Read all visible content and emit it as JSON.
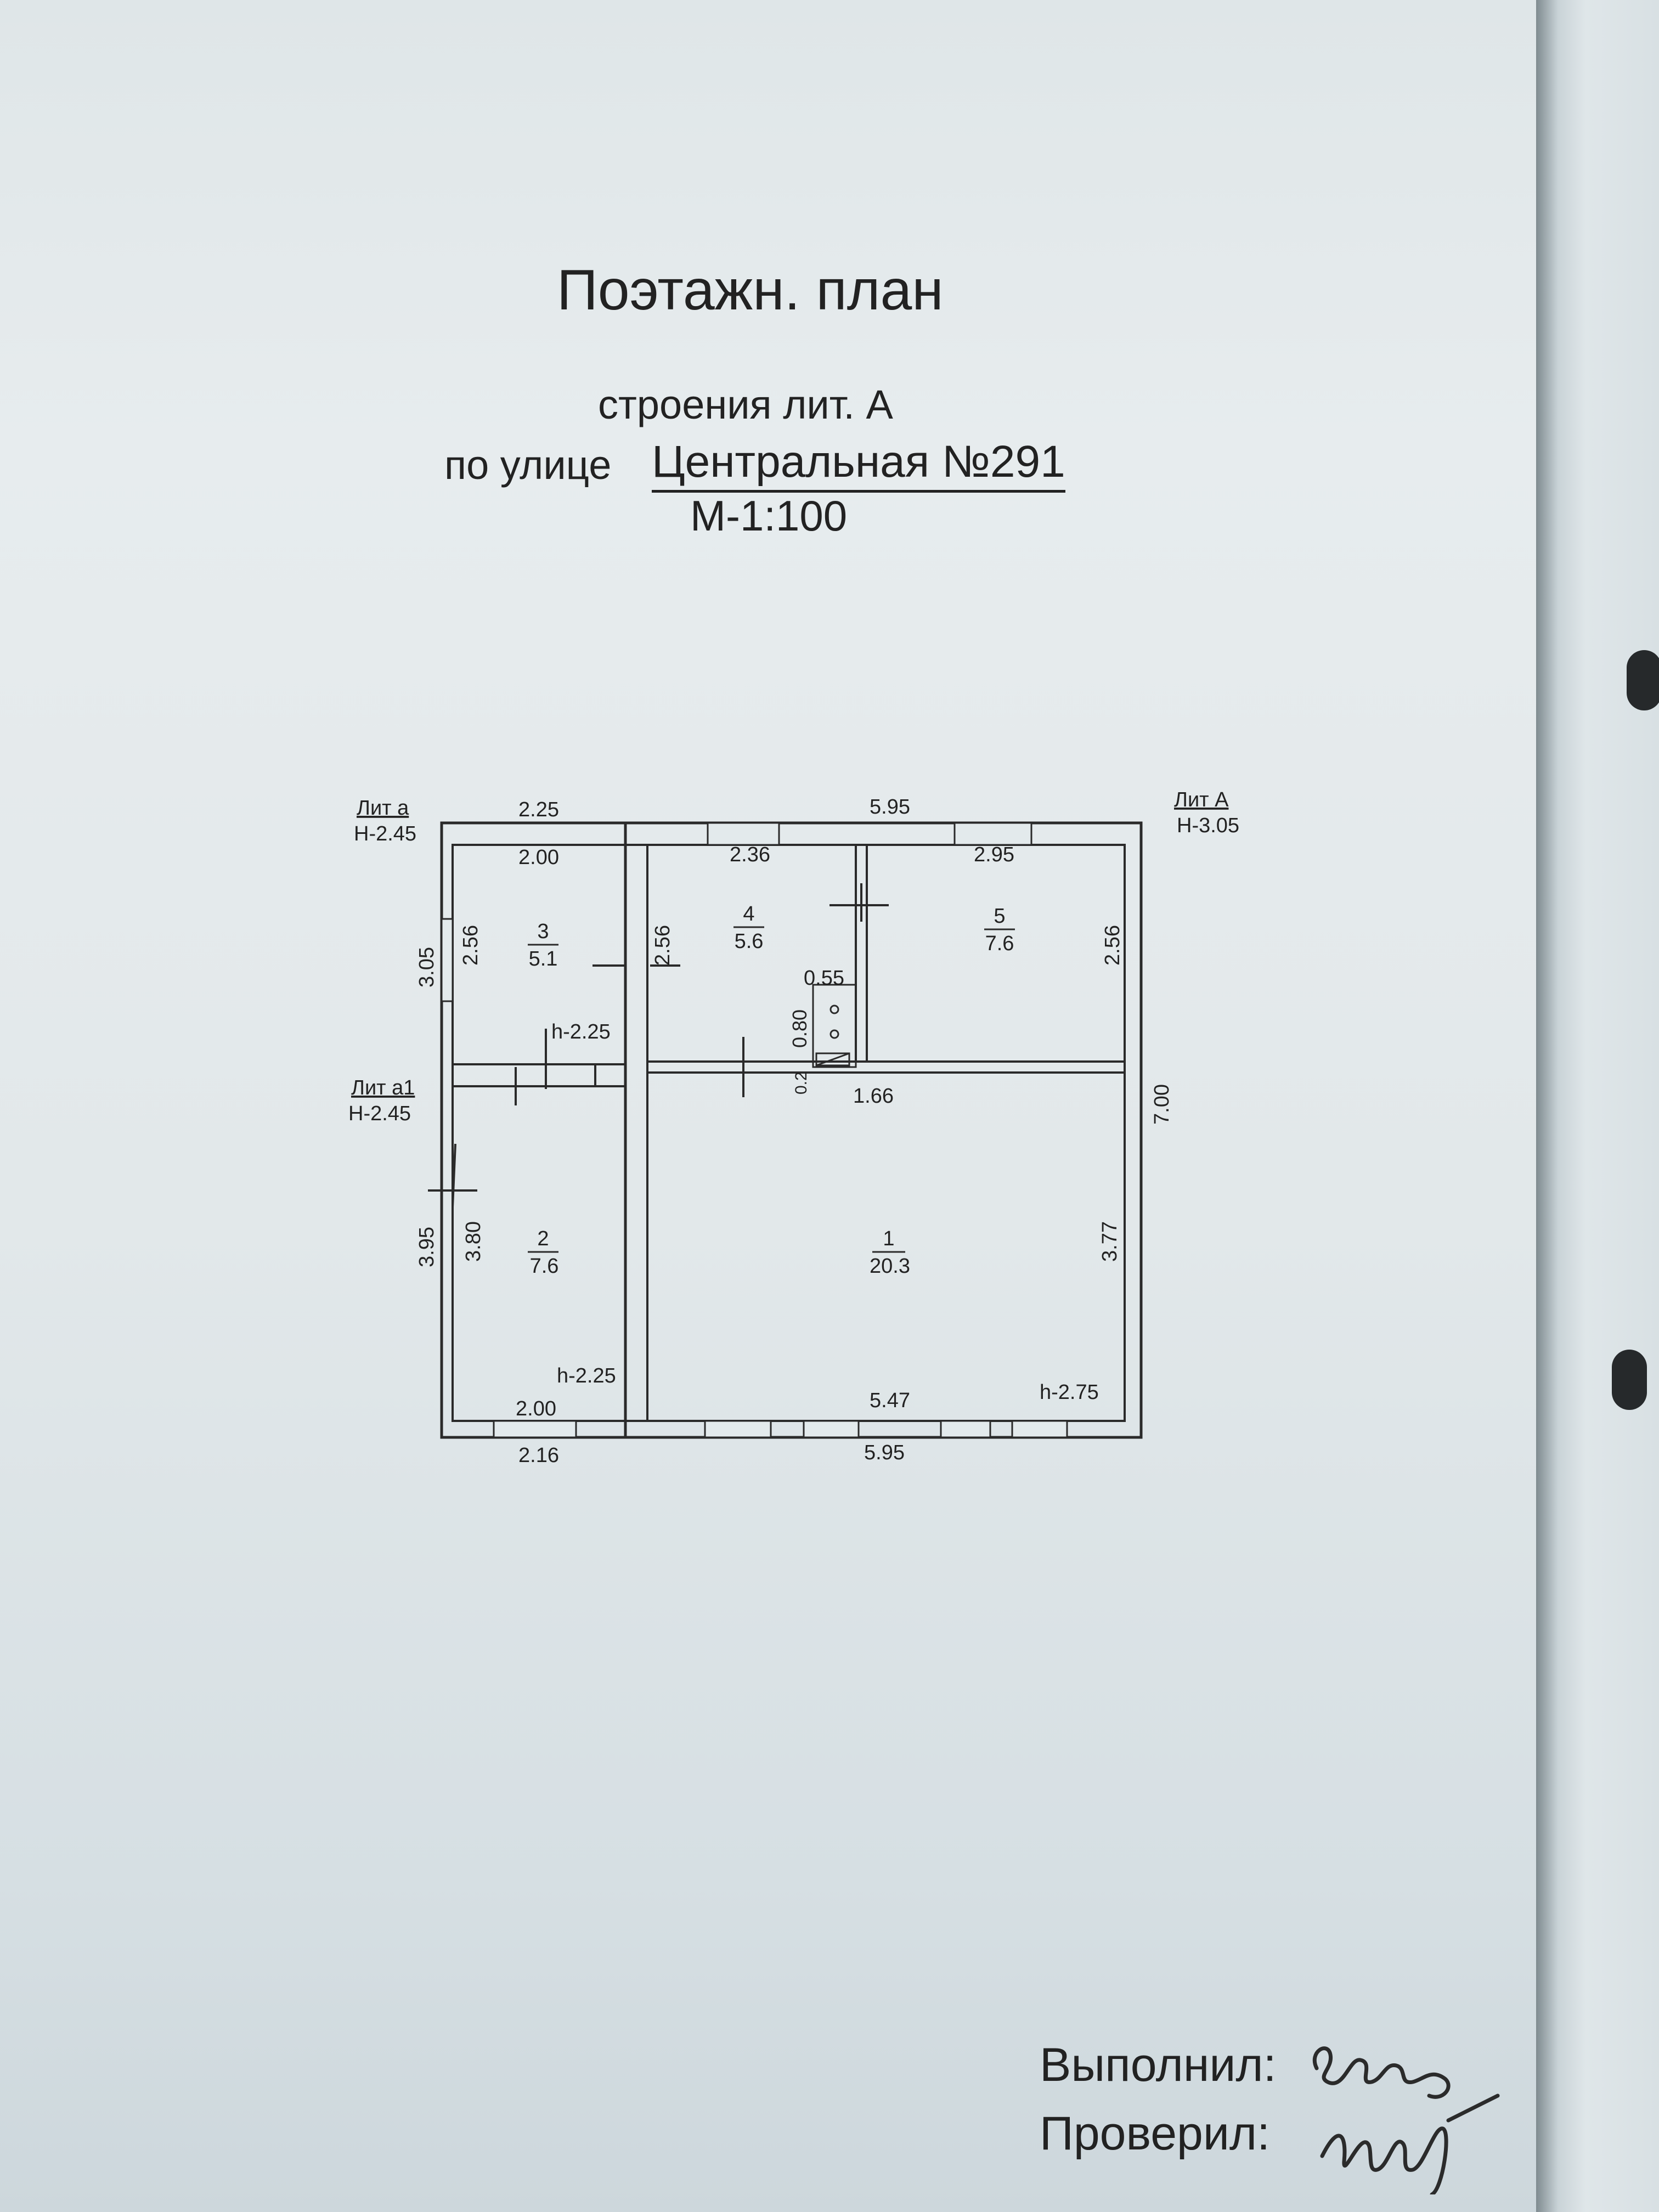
{
  "title": "Поэтажн. план",
  "subtitle_line1": "строения лит. А",
  "subtitle_line2_prefix": "по улице",
  "street": "Центральная №291",
  "scale": "М-1:100",
  "signatures": {
    "performed_label": "Выполнил:",
    "checked_label": "Проверил:",
    "performed_signature_text": "Екар",
    "checked_signature_text": "Цуйн"
  },
  "plan": {
    "lit_a_label": "Лит а",
    "lit_a_height": "Н-2.45",
    "lit_a1_label": "Лит а1",
    "lit_a1_height": "Н-2.45",
    "lit_A_label": "Лит А",
    "lit_A_height": "Н-3.05",
    "rooms": [
      {
        "number": "1",
        "area": "20.3"
      },
      {
        "number": "2",
        "area": "7.6"
      },
      {
        "number": "3",
        "area": "5.1"
      },
      {
        "number": "4",
        "area": "5.6"
      },
      {
        "number": "5",
        "area": "7.6"
      }
    ],
    "dims": {
      "top_left_outer": "2.25",
      "top_right_outer": "5.95",
      "room3_width": "2.00",
      "room4_width": "2.36",
      "room5_width": "2.95",
      "left_upper_outer": "3.05",
      "room3_height": "2.56",
      "room4_height": "2.56",
      "room5_height": "2.56",
      "right_outer": "7.00",
      "stove_width": "0.55",
      "stove_depth": "0.80",
      "stove_small": "0.2",
      "corridor_width": "1.66",
      "h_room3": "h-2.25",
      "left_lower_outer": "3.95",
      "room2_height": "3.80",
      "room1_height": "3.77",
      "h_room2": "h-2.25",
      "h_room1": "h-2.75",
      "room2_width": "2.00",
      "room1_width": "5.47",
      "bottom_left_outer": "2.16",
      "bottom_right_outer": "5.95"
    }
  }
}
